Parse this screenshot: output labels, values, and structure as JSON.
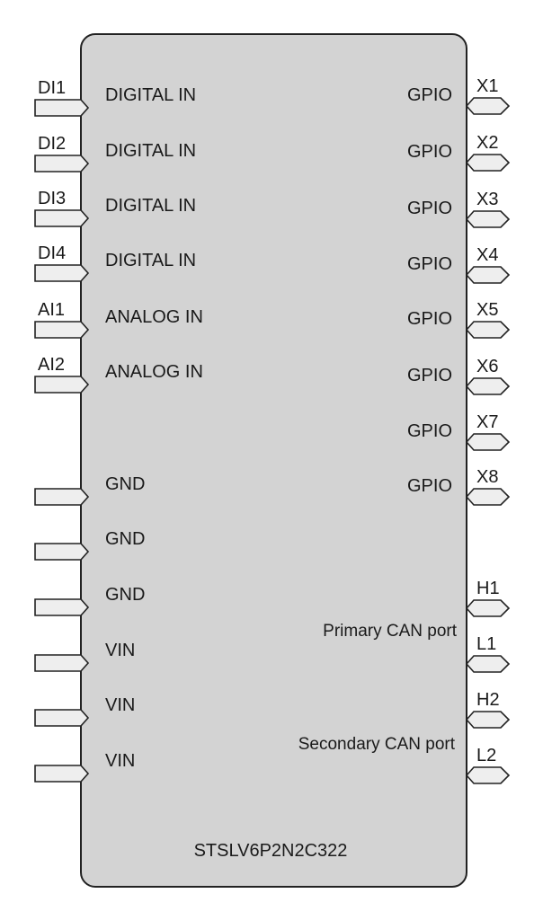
{
  "component": {
    "part_number": "STSLV6P2N2C322",
    "body_color": "#d3d3d3",
    "pin_color": "#eeeeee"
  },
  "left_pins": [
    {
      "pin": "DI1",
      "function": "DIGITAL IN"
    },
    {
      "pin": "DI2",
      "function": "DIGITAL IN"
    },
    {
      "pin": "DI3",
      "function": "DIGITAL IN"
    },
    {
      "pin": "DI4",
      "function": "DIGITAL IN"
    },
    {
      "pin": "AI1",
      "function": "ANALOG IN"
    },
    {
      "pin": "AI2",
      "function": "ANALOG IN"
    },
    {
      "pin": "",
      "function": "GND"
    },
    {
      "pin": "",
      "function": "GND"
    },
    {
      "pin": "",
      "function": "GND"
    },
    {
      "pin": "",
      "function": "VIN"
    },
    {
      "pin": "",
      "function": "VIN"
    },
    {
      "pin": "",
      "function": "VIN"
    }
  ],
  "right_pins": [
    {
      "pin": "X1",
      "function": "GPIO"
    },
    {
      "pin": "X2",
      "function": "GPIO"
    },
    {
      "pin": "X3",
      "function": "GPIO"
    },
    {
      "pin": "X4",
      "function": "GPIO"
    },
    {
      "pin": "X5",
      "function": "GPIO"
    },
    {
      "pin": "X6",
      "function": "GPIO"
    },
    {
      "pin": "X7",
      "function": "GPIO"
    },
    {
      "pin": "X8",
      "function": "GPIO"
    },
    {
      "pin": "H1",
      "function": ""
    },
    {
      "pin": "L1",
      "function": ""
    },
    {
      "pin": "H2",
      "function": ""
    },
    {
      "pin": "L2",
      "function": ""
    }
  ],
  "can_ports": {
    "primary": "Primary CAN port",
    "secondary": "Secondary CAN port"
  }
}
